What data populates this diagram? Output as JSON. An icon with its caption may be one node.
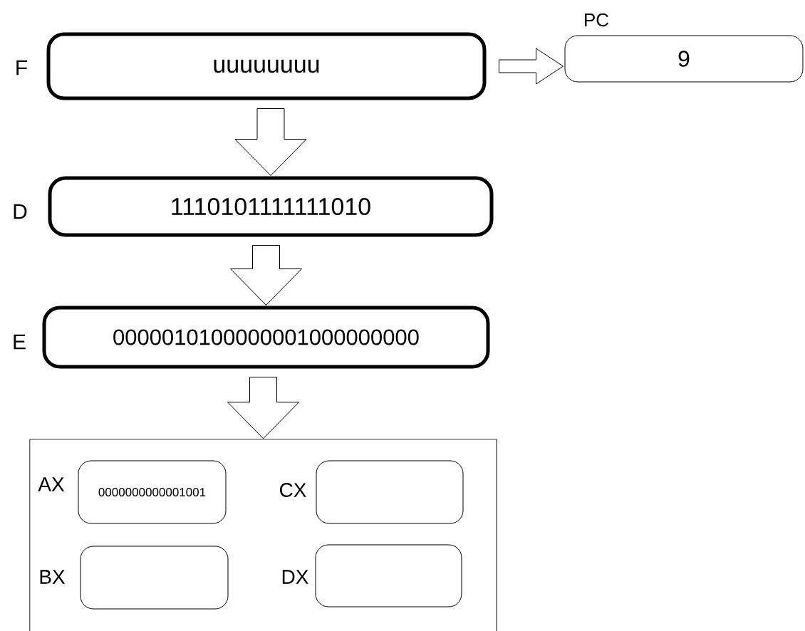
{
  "diagram": {
    "nodes": [
      {
        "text": [
          "F",
          "uuuuuuuu"
        ]
      },
      {
        "text": [
          "PC",
          "9"
        ]
      },
      {
        "text": [
          "D",
          "1110101111111010"
        ]
      },
      {
        "text": [
          "E",
          "0000010100000001000000000"
        ]
      },
      {
        "text": [],
        "shape": "box"
      },
      {
        "text": [
          "AX",
          "0000000000001001"
        ],
        "in": 4
      },
      {
        "text": [
          "CX"
        ],
        "in": 4
      },
      {
        "text": [
          "BX"
        ],
        "in": 4
      },
      {
        "text": [
          "DX"
        ],
        "in": 4
      }
    ],
    "edges": [
      {
        "from": 0,
        "to": 1,
        "arrow": "to"
      },
      {
        "from": 0,
        "to": 2,
        "arrow": "to"
      },
      {
        "from": 2,
        "to": 3,
        "arrow": "to"
      },
      {
        "from": 3,
        "to": 4,
        "arrow": "to"
      }
    ]
  }
}
